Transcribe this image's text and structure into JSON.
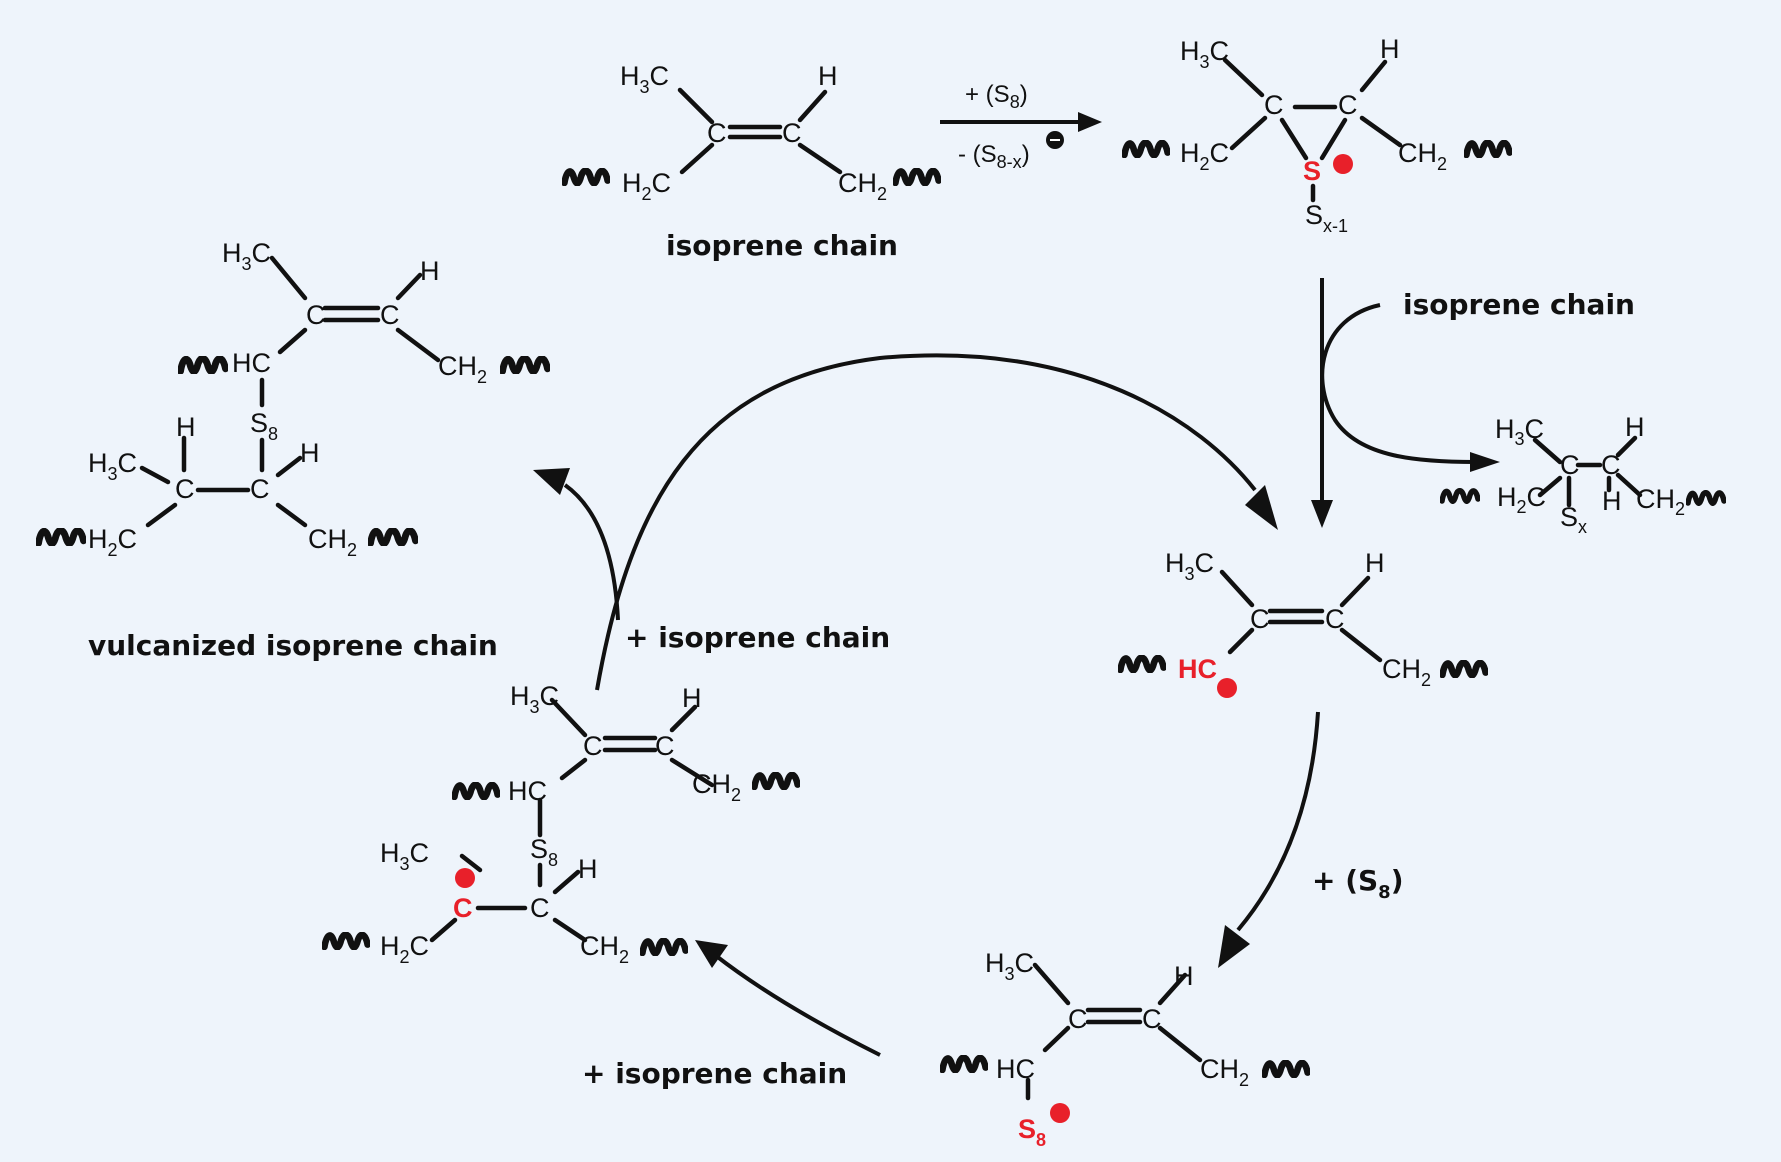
{
  "labels": {
    "isoprene_chain_top": "isoprene chain",
    "isoprene_chain_right": "isoprene chain",
    "vulcanized": "vulcanized isoprene chain",
    "plus_isoprene_mid": "+ isoprene chain",
    "plus_isoprene_bottom": "+ isoprene chain",
    "plus_s8": "+ (S",
    "plus_s8_sub": "8",
    "plus_s8_close": ")",
    "reagent_top": "+ (S",
    "reagent_top_sub": "8",
    "reagent_top_close": ")",
    "reagent_bottom": "- (S",
    "reagent_bottom_sub": "8-x",
    "reagent_bottom_close": ")"
  },
  "atoms": {
    "C": "C",
    "H": "H",
    "H3C": "H",
    "three": "3",
    "two": "2",
    "CH": "CH",
    "HC": "HC",
    "S": "S",
    "sub8": "8",
    "subx": "x",
    "subx1": "x-1"
  },
  "colors": {
    "cation": "#e8202a",
    "ink": "#111111",
    "background": "#eef4fb"
  }
}
